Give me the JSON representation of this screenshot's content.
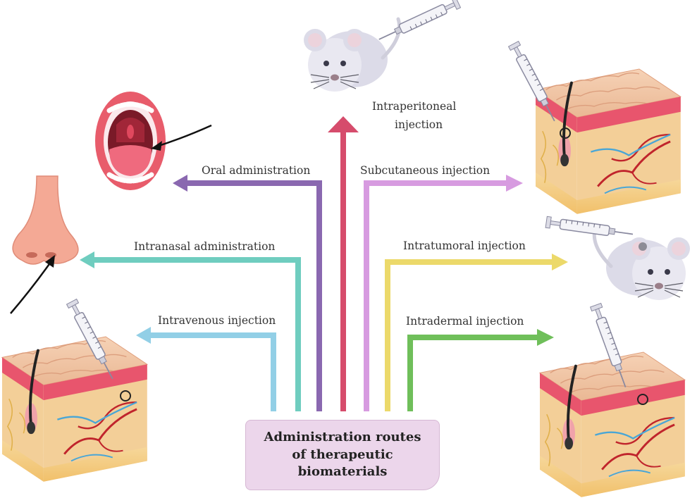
{
  "center_title": "Administration routes of therapeutic biomaterials",
  "routes": {
    "oral": "Oral administration",
    "intranasal": "Intranasal administration",
    "intravenous": "Intravenous injection",
    "intraperitoneal_line1": "Intraperitoneal",
    "intraperitoneal_line2": "injection",
    "subcutaneous": "Subcutaneous injection",
    "intratumoral": "Intratumoral injection",
    "intradermal": "Intradermal injection"
  },
  "colors": {
    "oral": "#8a68b0",
    "intranasal": "#6fcdbf",
    "intravenous": "#92cfe6",
    "intraperitoneal": "#d64c6c",
    "subcutaneous": "#d79be0",
    "intratumoral": "#ecd96a",
    "intradermal": "#6fbf5a",
    "center_box": "#ecd6eb"
  },
  "icons": [
    "mouth-icon",
    "nose-icon",
    "mouse-icon",
    "skin-tissue-icon",
    "syringe-icon"
  ]
}
